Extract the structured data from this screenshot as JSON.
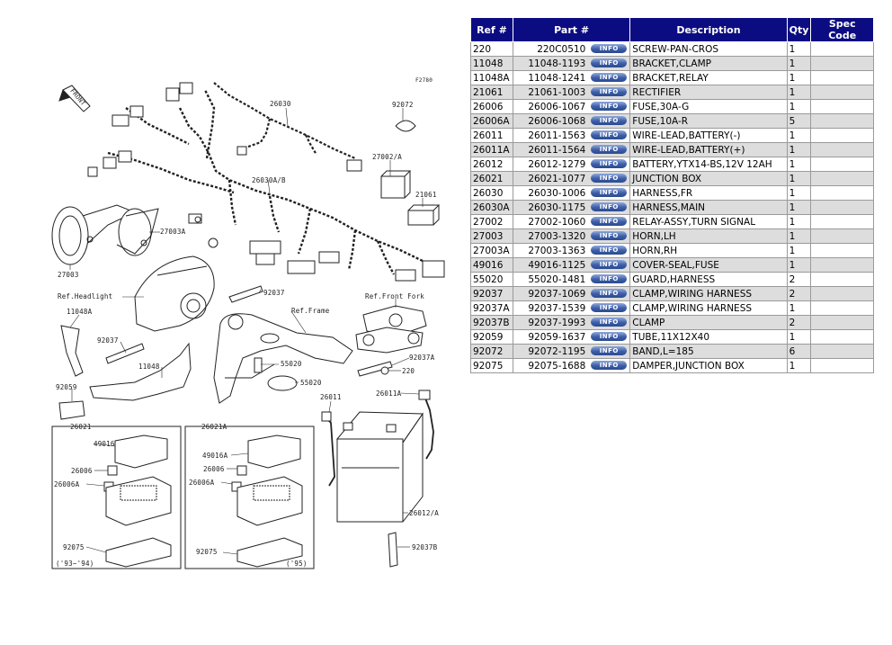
{
  "diagram": {
    "front_label": "FRONT",
    "ref_code": "F2780",
    "callouts": [
      "26030",
      "92072",
      "27002/A",
      "21061",
      "26030A/B",
      "27003A",
      "27003",
      "Ref.Headlight",
      "92037",
      "Ref.Front Fork",
      "11048A",
      "Ref.Frame",
      "92037",
      "55020",
      "11048",
      "92037A",
      "55020",
      "220",
      "92059",
      "26011",
      "26011A",
      "26021",
      "26021A",
      "49016",
      "49016A",
      "26006",
      "26006",
      "26006A",
      "26006A",
      "26012/A",
      "92075",
      "92075",
      "92037B",
      "('93~'94)",
      "('95)"
    ]
  },
  "table": {
    "headers": [
      "Ref #",
      "Part #",
      "Description",
      "Qty",
      "Spec Code"
    ],
    "info_label": "INFO",
    "rows": [
      {
        "ref": "220",
        "part": "220C0510",
        "desc": "SCREW-PAN-CROS",
        "qty": "1",
        "spec": ""
      },
      {
        "ref": "11048",
        "part": "11048-1193",
        "desc": "BRACKET,CLAMP",
        "qty": "1",
        "spec": ""
      },
      {
        "ref": "11048A",
        "part": "11048-1241",
        "desc": "BRACKET,RELAY",
        "qty": "1",
        "spec": ""
      },
      {
        "ref": "21061",
        "part": "21061-1003",
        "desc": "RECTIFIER",
        "qty": "1",
        "spec": ""
      },
      {
        "ref": "26006",
        "part": "26006-1067",
        "desc": "FUSE,30A-G",
        "qty": "1",
        "spec": ""
      },
      {
        "ref": "26006A",
        "part": "26006-1068",
        "desc": "FUSE,10A-R",
        "qty": "5",
        "spec": ""
      },
      {
        "ref": "26011",
        "part": "26011-1563",
        "desc": "WIRE-LEAD,BATTERY(-)",
        "qty": "1",
        "spec": ""
      },
      {
        "ref": "26011A",
        "part": "26011-1564",
        "desc": "WIRE-LEAD,BATTERY(+)",
        "qty": "1",
        "spec": ""
      },
      {
        "ref": "26012",
        "part": "26012-1279",
        "desc": "BATTERY,YTX14-BS,12V 12AH",
        "qty": "1",
        "spec": ""
      },
      {
        "ref": "26021",
        "part": "26021-1077",
        "desc": "JUNCTION BOX",
        "qty": "1",
        "spec": ""
      },
      {
        "ref": "26030",
        "part": "26030-1006",
        "desc": "HARNESS,FR",
        "qty": "1",
        "spec": ""
      },
      {
        "ref": "26030A",
        "part": "26030-1175",
        "desc": "HARNESS,MAIN",
        "qty": "1",
        "spec": ""
      },
      {
        "ref": "27002",
        "part": "27002-1060",
        "desc": "RELAY-ASSY,TURN SIGNAL",
        "qty": "1",
        "spec": ""
      },
      {
        "ref": "27003",
        "part": "27003-1320",
        "desc": "HORN,LH",
        "qty": "1",
        "spec": ""
      },
      {
        "ref": "27003A",
        "part": "27003-1363",
        "desc": "HORN,RH",
        "qty": "1",
        "spec": ""
      },
      {
        "ref": "49016",
        "part": "49016-1125",
        "desc": "COVER-SEAL,FUSE",
        "qty": "1",
        "spec": ""
      },
      {
        "ref": "55020",
        "part": "55020-1481",
        "desc": "GUARD,HARNESS",
        "qty": "2",
        "spec": ""
      },
      {
        "ref": "92037",
        "part": "92037-1069",
        "desc": "CLAMP,WIRING HARNESS",
        "qty": "2",
        "spec": ""
      },
      {
        "ref": "92037A",
        "part": "92037-1539",
        "desc": "CLAMP,WIRING HARNESS",
        "qty": "1",
        "spec": ""
      },
      {
        "ref": "92037B",
        "part": "92037-1993",
        "desc": "CLAMP",
        "qty": "2",
        "spec": ""
      },
      {
        "ref": "92059",
        "part": "92059-1637",
        "desc": "TUBE,11X12X40",
        "qty": "1",
        "spec": ""
      },
      {
        "ref": "92072",
        "part": "92072-1195",
        "desc": "BAND,L=185",
        "qty": "6",
        "spec": ""
      },
      {
        "ref": "92075",
        "part": "92075-1688",
        "desc": "DAMPER,JUNCTION BOX",
        "qty": "1",
        "spec": ""
      }
    ]
  }
}
